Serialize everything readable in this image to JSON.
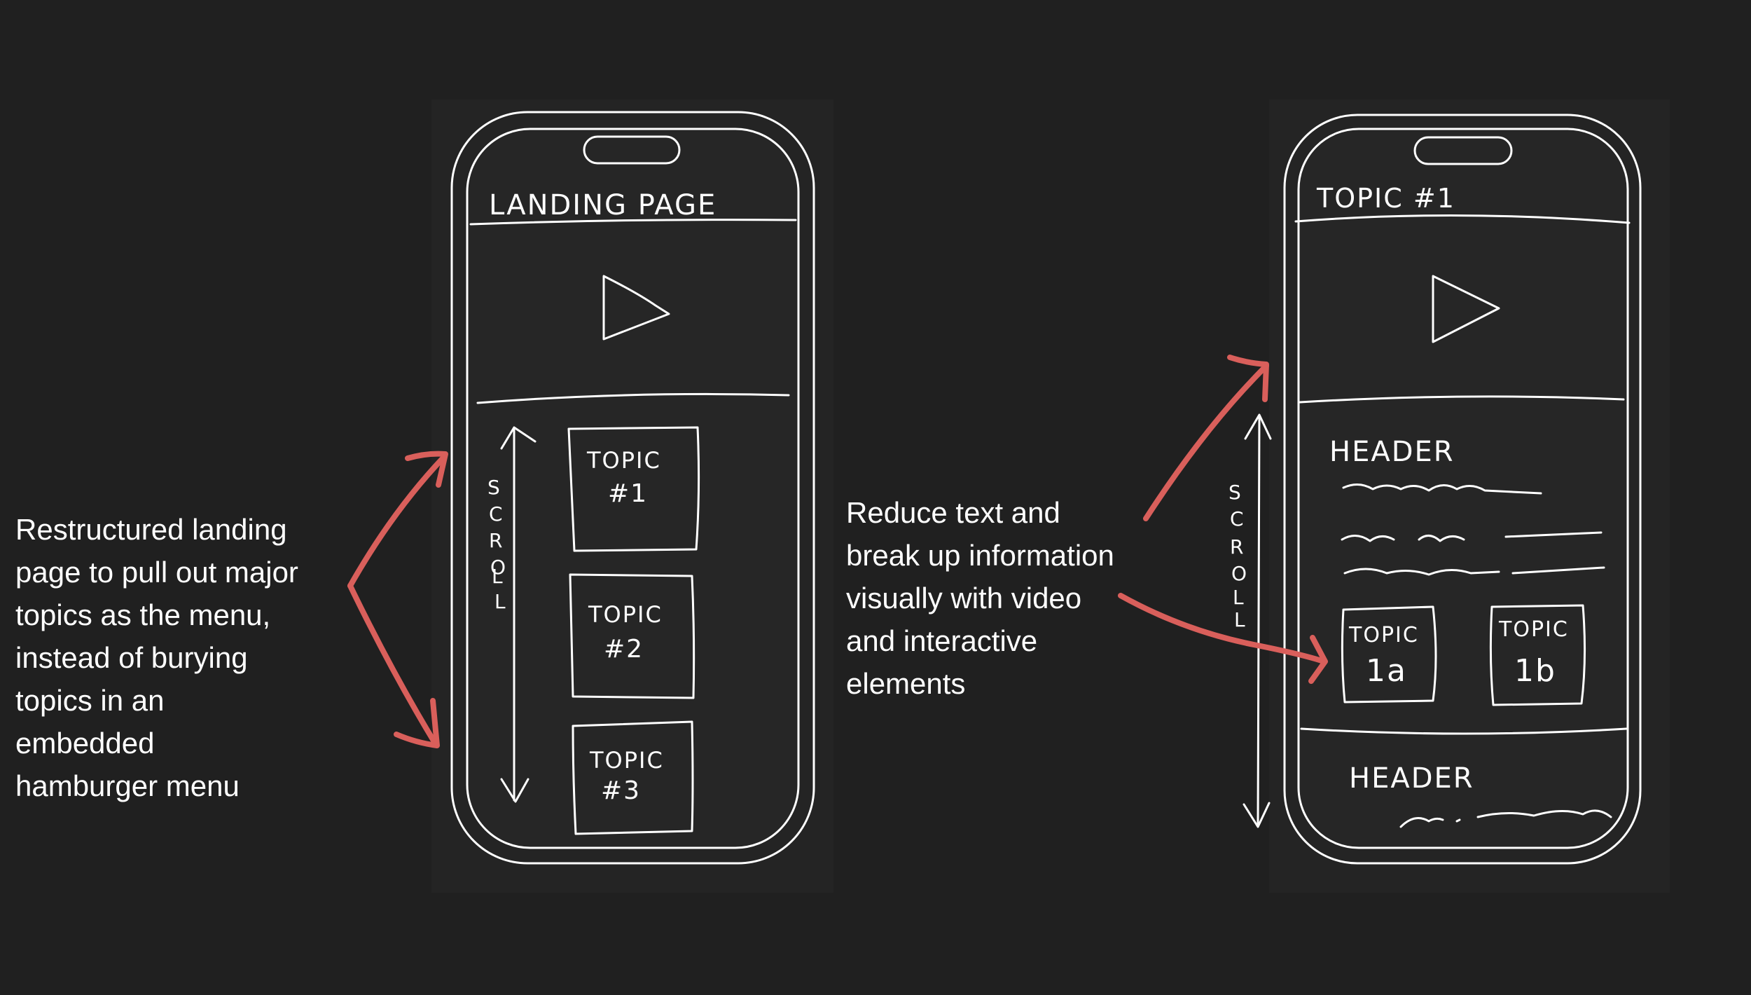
{
  "annotations": {
    "left_lines": [
      "Restructured landing",
      "page to pull out major",
      "topics as the menu,",
      "instead of burying",
      "topics in an",
      "embedded",
      "hamburger menu"
    ],
    "right_lines": [
      "Reduce text and",
      "break up information",
      "visually with video",
      "and interactive",
      "elements"
    ]
  },
  "phone_left": {
    "title": "LANDING PAGE",
    "scroll_letters": [
      "S",
      "C",
      "R",
      "O",
      "L",
      "L"
    ],
    "topics": [
      {
        "line1": "TOPIC",
        "line2": "#1"
      },
      {
        "line1": "TOPIC",
        "line2": "#2"
      },
      {
        "line1": "TOPIC",
        "line2": "#3"
      }
    ]
  },
  "phone_right": {
    "title": "TOPIC #1",
    "scroll_letters": [
      "S",
      "C",
      "R",
      "O",
      "L",
      "L"
    ],
    "header_1": "HEADER",
    "header_2": "HEADER",
    "subtopics": [
      {
        "line1": "TOPIC",
        "line2": "1a"
      },
      {
        "line1": "TOPIC",
        "line2": "1b"
      }
    ]
  },
  "colors": {
    "background": "#202020",
    "sketch_line": "#ffffff",
    "arrow": "#d95f5b",
    "screen_fill": "#262626"
  }
}
